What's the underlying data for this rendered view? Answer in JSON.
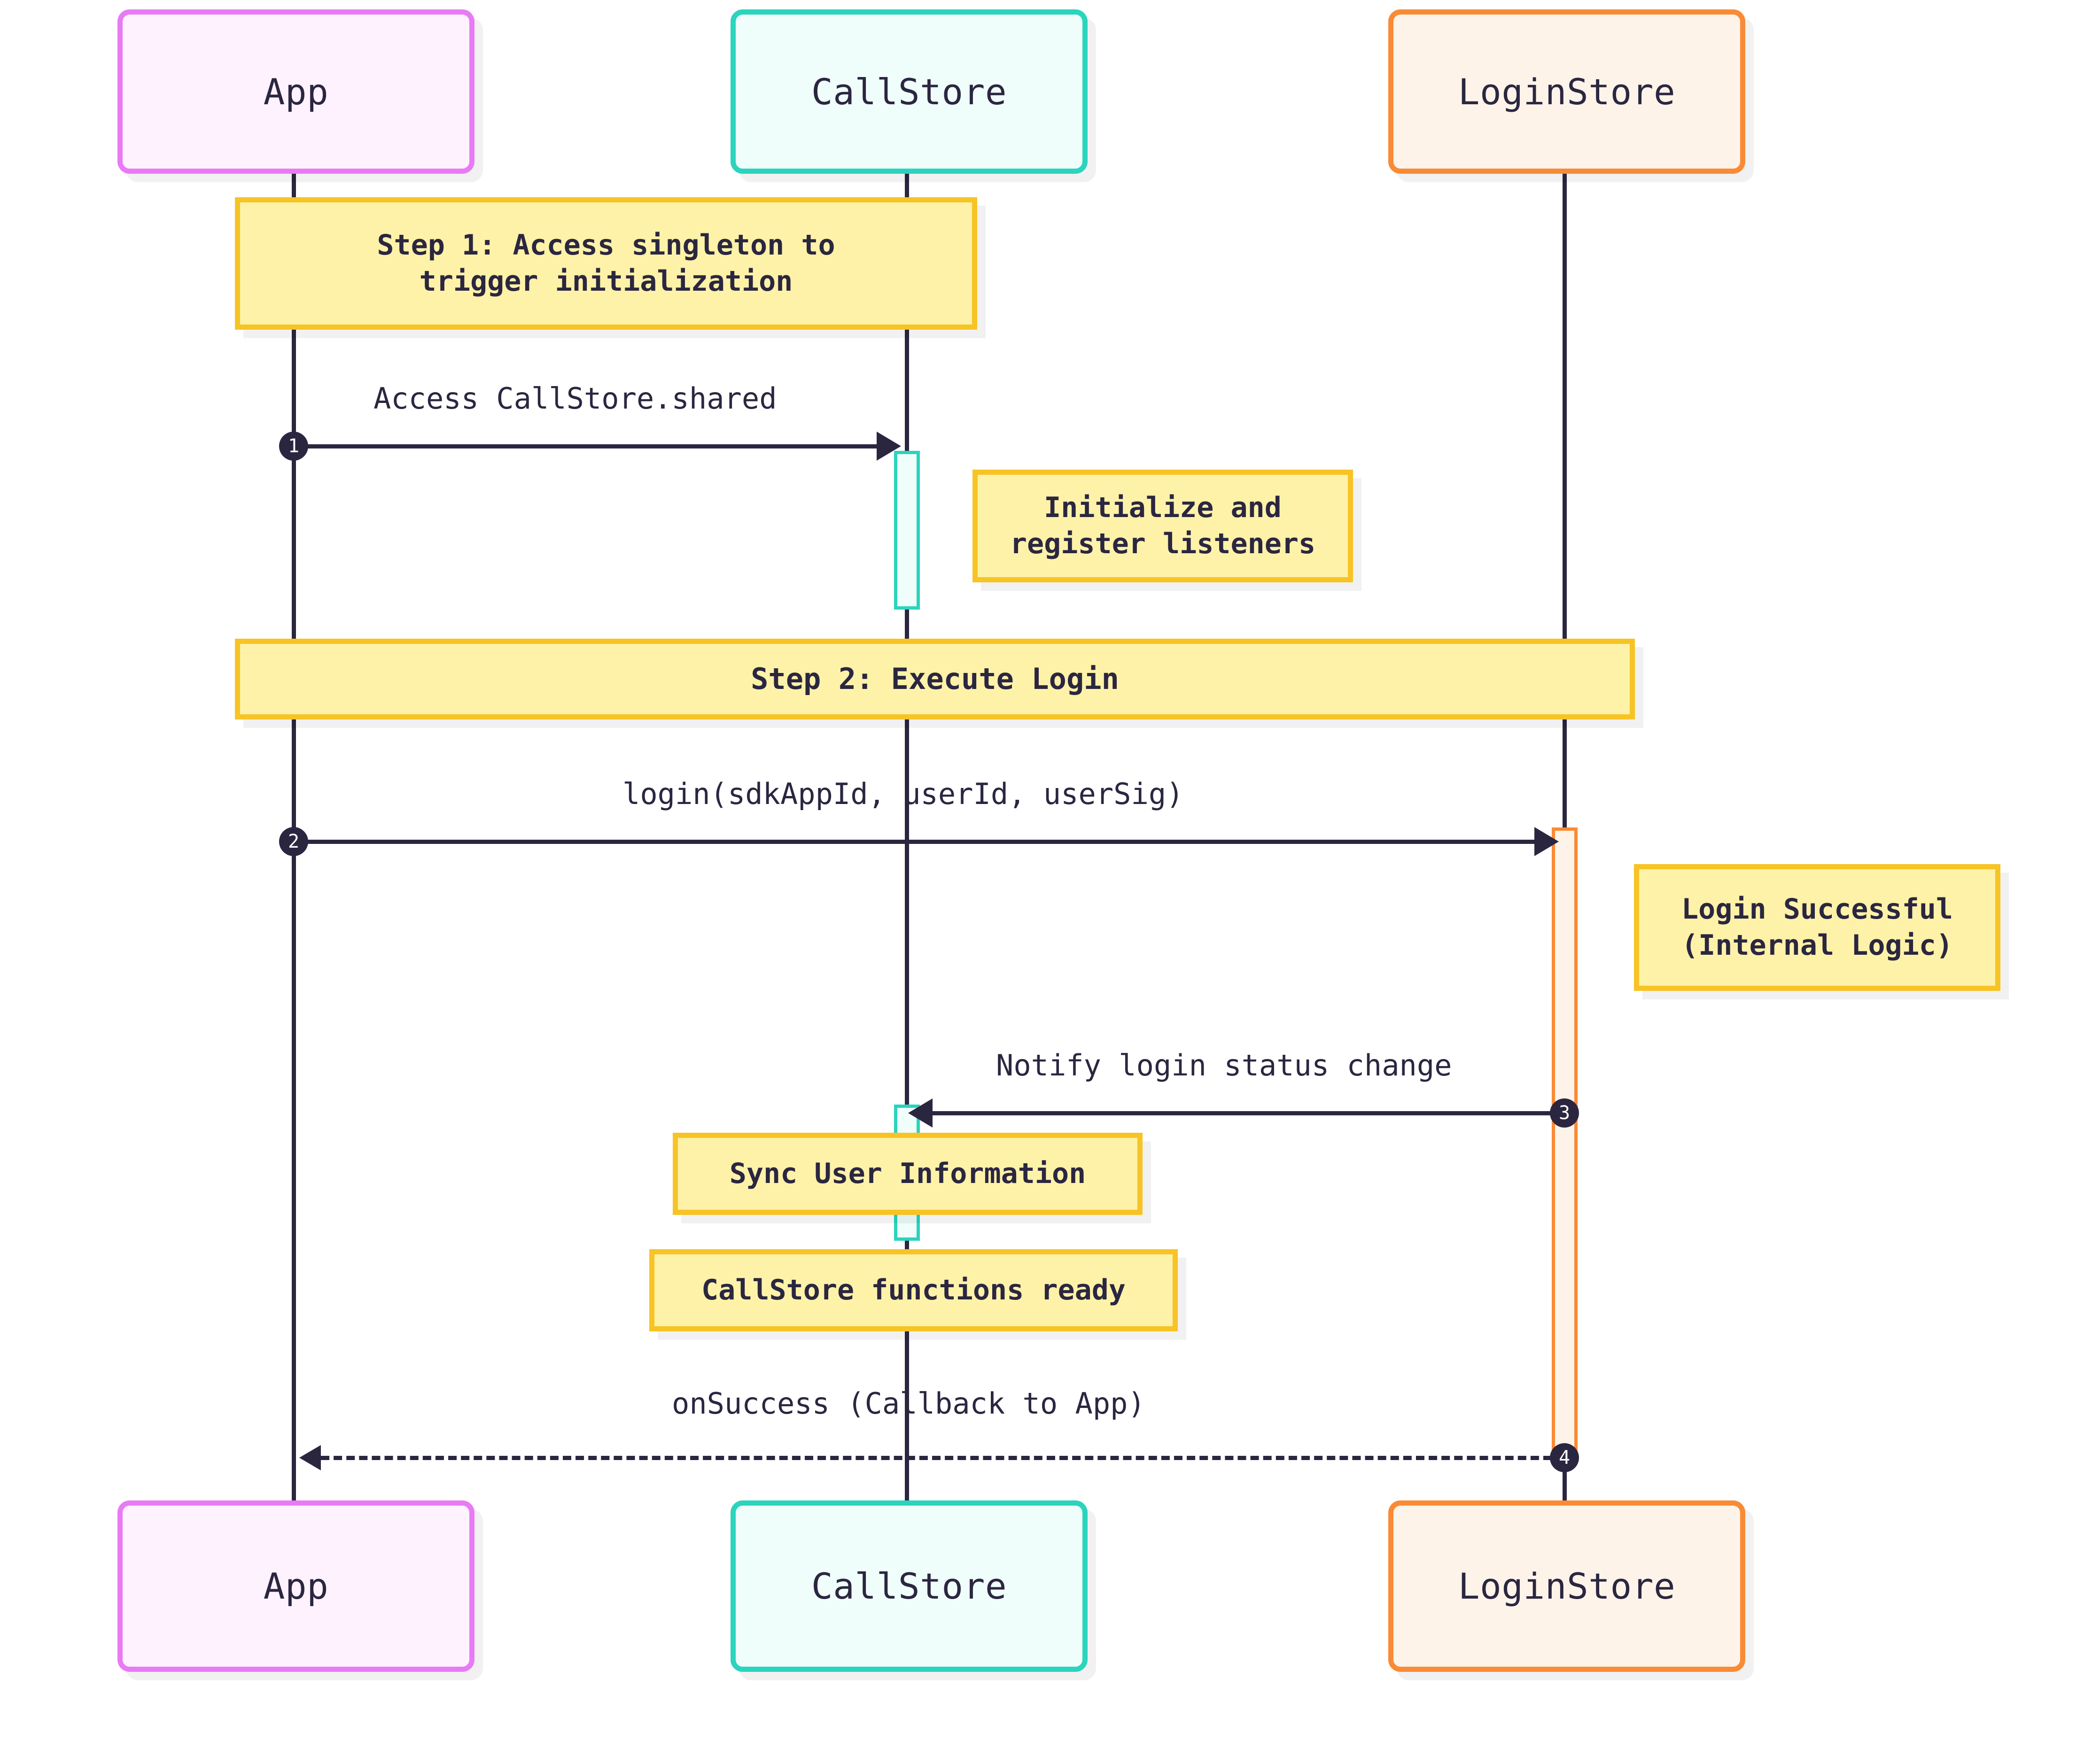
{
  "diagram": {
    "type": "sequence-diagram",
    "title": "CallStore login sequence",
    "colors": {
      "app_border": "#e87bf5",
      "app_fill": "#fdf2fe",
      "callstore_border": "#2ad4bd",
      "callstore_fill": "#effefa",
      "loginstore_border": "#f98b36",
      "loginstore_fill": "#fdf3e9",
      "note_border": "#f7c325",
      "note_fill": "#fdf2a8",
      "line": "#2b2640",
      "text": "#2b2640",
      "background": "#ffffff"
    }
  },
  "participants": [
    {
      "id": "app",
      "label": "App"
    },
    {
      "id": "callstore",
      "label": "CallStore"
    },
    {
      "id": "loginstore",
      "label": "LoginStore"
    }
  ],
  "participants_bottom": [
    {
      "id": "app",
      "label": "App"
    },
    {
      "id": "callstore",
      "label": "CallStore"
    },
    {
      "id": "loginstore",
      "label": "LoginStore"
    }
  ],
  "notes": [
    {
      "id": "step1",
      "text": "Step 1: Access singleton to\ntrigger initialization"
    },
    {
      "id": "init",
      "text": "Initialize and\nregister listeners"
    },
    {
      "id": "step2",
      "text": "Step 2: Execute Login"
    },
    {
      "id": "loginok",
      "text": "Login Successful\n(Internal Logic)"
    },
    {
      "id": "sync",
      "text": "Sync User Information"
    },
    {
      "id": "ready",
      "text": "CallStore functions ready"
    }
  ],
  "messages": [
    {
      "num": "1",
      "label": "Access CallStore.shared",
      "from": "app",
      "to": "callstore",
      "style": "solid"
    },
    {
      "num": "2",
      "label": "login(sdkAppId, userId, userSig)",
      "from": "app",
      "to": "loginstore",
      "style": "solid"
    },
    {
      "num": "3",
      "label": "Notify login status change",
      "from": "loginstore",
      "to": "callstore",
      "style": "solid"
    },
    {
      "num": "4",
      "label": "onSuccess (Callback to App)",
      "from": "loginstore",
      "to": "app",
      "style": "dashed"
    }
  ]
}
